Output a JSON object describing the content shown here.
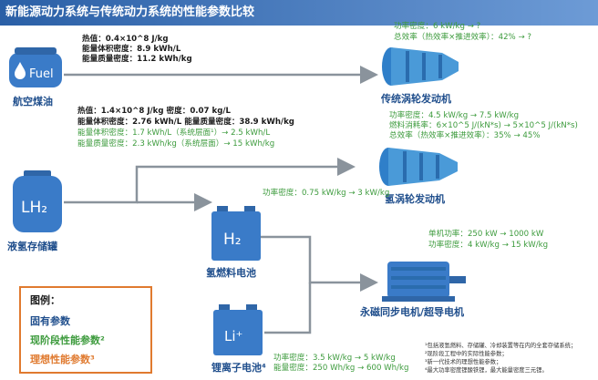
{
  "title": "新能源动力系统与传统动力系统的性能参数比较",
  "colors": {
    "inherent": "#1a1a1a",
    "current": "#3d9b3d",
    "ideal": "#e07a2f",
    "accent": "#1f4e8c",
    "arrow": "#7f8b96"
  },
  "fuel": {
    "icon_text": "Fuel",
    "name": "航空煤油",
    "params": [
      "热值：0.4×10^8 J/kg",
      "能量体积密度：8.9 kWh/L",
      "能量质量密度：11.2 kWh/kg"
    ]
  },
  "lh2": {
    "icon_text": "LH₂",
    "name": "液氢存储罐",
    "params_black": [
      "热值：1.4×10^8 J/kg    密度：0.07 kg/L",
      "能量体积密度：2.76 kWh/L  能量质量密度：38.9 kWh/kg"
    ],
    "params_green": [
      "能量体积密度：1.7 kWh/L（系统层面¹）→ 2.5 kWh/L",
      "能量质量密度：2.3 kWh/kg（系统层面）→ 15 kWh/kg"
    ]
  },
  "turbofan": {
    "name": "传统涡轮发动机",
    "params": [
      "功率密度：6 kW/kg → ?",
      "总效率（热效率×推进效率）：42% → ?"
    ]
  },
  "h2turbine": {
    "name": "氢涡轮发动机",
    "params": [
      "功率密度：4.5 kW/kg → 7.5 kW/kg",
      "燃料消耗率：6×10^5 J/(kN*s) → 5×10^5 J/(kN*s)",
      "总效率（热效率×推进效率）：35% → 45%"
    ]
  },
  "fuelcell": {
    "icon_text": "H₂",
    "name": "氢燃料电池",
    "params": [
      "功率密度：0.75 kW/kg → 3 kW/kg"
    ]
  },
  "motor": {
    "name": "永磁同步电机/超导电机",
    "params": [
      "单机功率：250 kW → 1000 kW",
      "功率密度：4 kW/kg → 15 kW/kg"
    ]
  },
  "battery": {
    "icon_text": "Li⁺",
    "name": "锂离子电池⁴",
    "params": [
      "功率密度：3.5 kW/kg → 5 kW/kg",
      "能量密度：250 Wh/kg → 600 Wh/kg"
    ]
  },
  "legend": {
    "title": "图例：",
    "items": [
      "固有参数",
      "现阶段性能参数²",
      "理想性能参数³"
    ]
  },
  "footnotes": [
    "¹包括液氢燃料、存储罐、冷却装置等在内的全套存储系统；",
    "²现阶段工程中的实际性能参数；",
    "³新一代技术的理想性能参数；",
    "⁴最大功率密度锂酸铁锂，最大能量密度三元锂。"
  ]
}
